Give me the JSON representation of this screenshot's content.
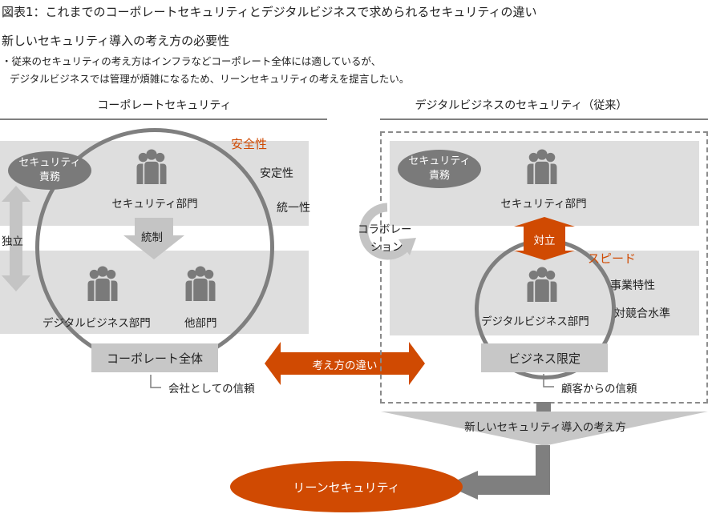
{
  "header": {
    "title": "図表1：これまでのコーポレートセキュリティとデジタルビジネスで求められるセキュリティの違い",
    "subheading": "新しいセキュリティ導入の考え方の必要性",
    "bullet_line1": "・従来のセキュリティの考え方はインフラなどコーポレート全体には適しているが、",
    "bullet_line2": "デジタルビジネスでは管理が煩雑になるため、リーンセキュリティの考えを提言したい。"
  },
  "left_panel": {
    "title": "コーポレートセキュリティ",
    "responsibility_l1": "セキュリティ",
    "responsibility_l2": "責務",
    "security_dept": "セキュリティ部門",
    "control_arrow": "統制",
    "independence": "独立",
    "digital_dept": "デジタルビジネス部門",
    "other_dept": "他部門",
    "scope_box": "コーポレート全体",
    "trust": "会社としての信頼",
    "attributes": {
      "highlight": "安全性",
      "items": [
        "安定性",
        "統一性"
      ]
    },
    "icons": [
      "people-icon",
      "people-icon",
      "people-icon"
    ]
  },
  "center": {
    "difference_arrow": "考え方の違い"
  },
  "right_panel": {
    "title": "デジタルビジネスのセキュリティ（従来）",
    "responsibility_l1": "セキュリティ",
    "responsibility_l2": "責務",
    "security_dept": "セキュリティ部門",
    "conflict": "対立",
    "collaboration_l1": "コラボレー",
    "collaboration_l2": "ション",
    "digital_dept": "デジタルビジネス部門",
    "scope_box": "ビジネス限定",
    "trust": "顧客からの信頼",
    "attributes": {
      "highlight": "スピード",
      "items": [
        "事業特性",
        "対競合水準"
      ]
    },
    "icons": [
      "people-icon",
      "people-icon"
    ]
  },
  "bottom": {
    "funnel_label": "新しいセキュリティ導入の考え方",
    "result": "リーンセキュリティ"
  },
  "colors": {
    "accent": "#d04a02",
    "band": "#dedede",
    "dark_grey": "#7f7f7f",
    "light_grey_box": "#c7c7c7"
  }
}
